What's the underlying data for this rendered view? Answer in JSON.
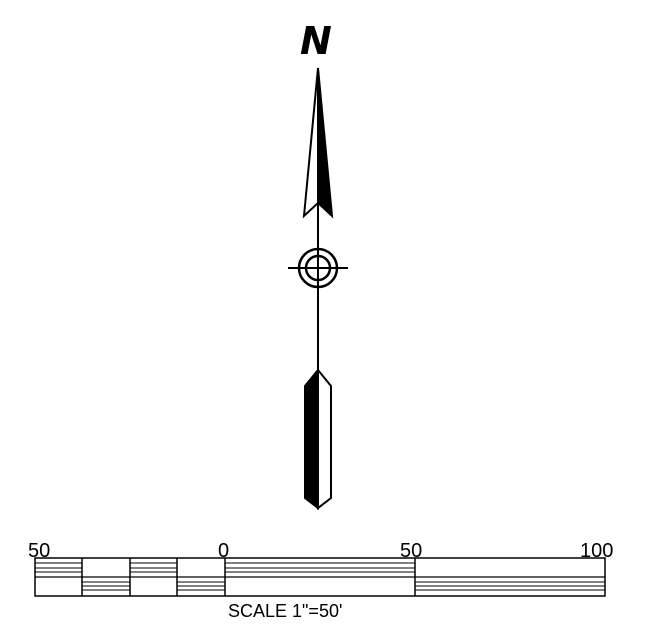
{
  "north_arrow": {
    "letter": "N"
  },
  "scale_bar": {
    "tick_labels": [
      "50",
      "0",
      "50",
      "100"
    ],
    "caption": "SCALE 1\"=50'"
  }
}
